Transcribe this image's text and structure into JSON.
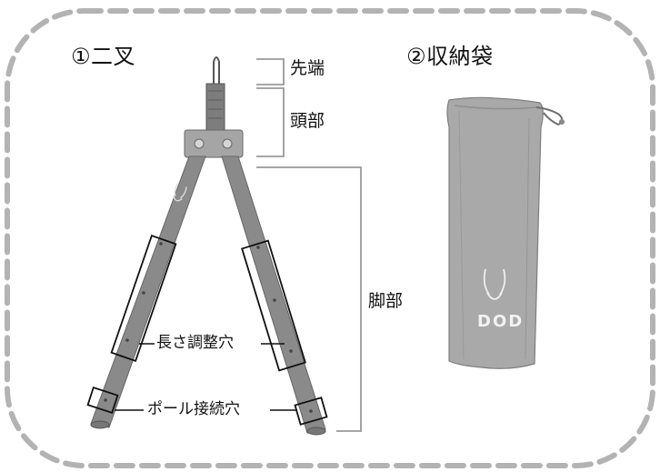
{
  "titles": {
    "tripod": "①二叉",
    "bag": "②収納袋"
  },
  "parts": {
    "tip": "先端",
    "head": "頭部",
    "legs": "脚部"
  },
  "callouts": {
    "length_holes": "長さ調整穴",
    "pole_holes": "ポール接続穴"
  },
  "logo": {
    "brand": "DOD"
  },
  "colors": {
    "frame_dash": "#b3b3b3",
    "pole": "#8a8a8a",
    "pole_dark": "#6a6a6a",
    "bag": "#a9a9a9",
    "bag_shadow": "#8f8f8f",
    "line": "#333333"
  }
}
